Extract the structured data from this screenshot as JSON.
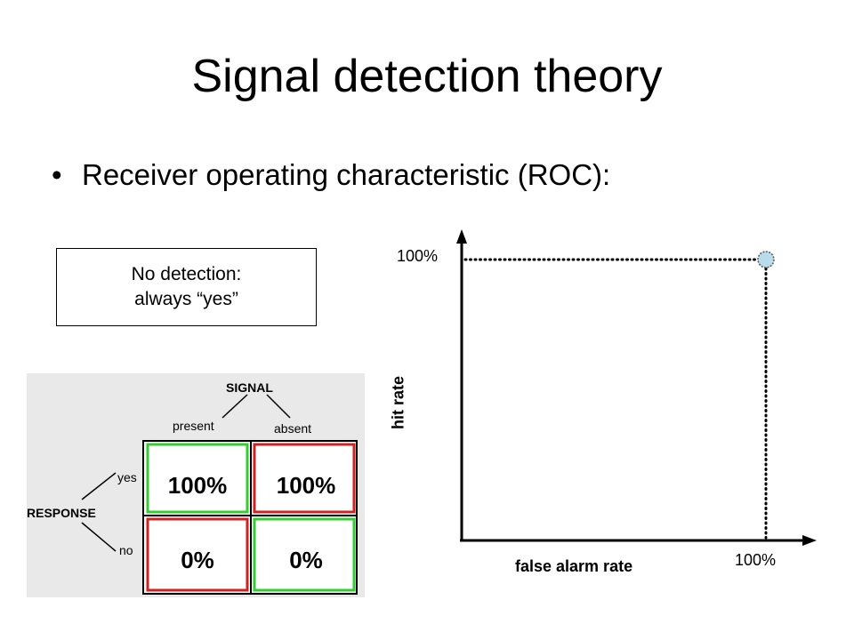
{
  "slide": {
    "title": "Signal detection theory",
    "bullet_symbol": "•",
    "bullet": "Receiver operating characteristic (ROC):"
  },
  "note_box": {
    "line1": "No detection:",
    "line2": "always “yes”"
  },
  "matrix": {
    "signal_label": "SIGNAL",
    "columns": [
      "present",
      "absent"
    ],
    "response_label": "RESPONSE",
    "rows": [
      "yes",
      "no"
    ],
    "cells": [
      [
        "100%",
        "100%"
      ],
      [
        "0%",
        "0%"
      ]
    ],
    "cell_borders": [
      [
        "#33cc33",
        "#cc2222"
      ],
      [
        "#cc2222",
        "#33cc33"
      ]
    ]
  },
  "chart_data": {
    "type": "scatter",
    "xlabel": "false alarm rate",
    "ylabel": "hit rate",
    "x_tick_label": "100%",
    "y_tick_label": "100%",
    "xlim": [
      0,
      100
    ],
    "ylim": [
      0,
      100
    ],
    "points": [
      {
        "x": 100,
        "y": 100
      }
    ],
    "guide_lines": "dotted",
    "grid": false,
    "marker_color": "#b8dcec"
  }
}
